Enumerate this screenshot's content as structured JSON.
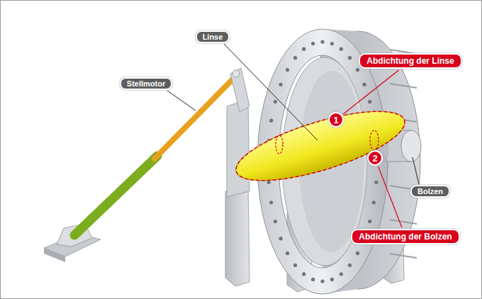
{
  "diagram": {
    "nodes": [
      {
        "text": [
          "Linse"
        ]
      },
      {
        "text": [
          "Stellmotor"
        ]
      },
      {
        "text": [
          "Abdichtung der Linse"
        ]
      },
      {
        "text": [
          "1"
        ]
      },
      {
        "text": [
          "2"
        ]
      },
      {
        "text": [
          "Bolzen"
        ]
      },
      {
        "text": [
          "Abdichtung der Bolzen"
        ]
      }
    ],
    "edges": [
      {
        "from": 3,
        "to": 2,
        "arrow": "none"
      },
      {
        "from": 4,
        "to": 6,
        "arrow": "none"
      }
    ]
  }
}
